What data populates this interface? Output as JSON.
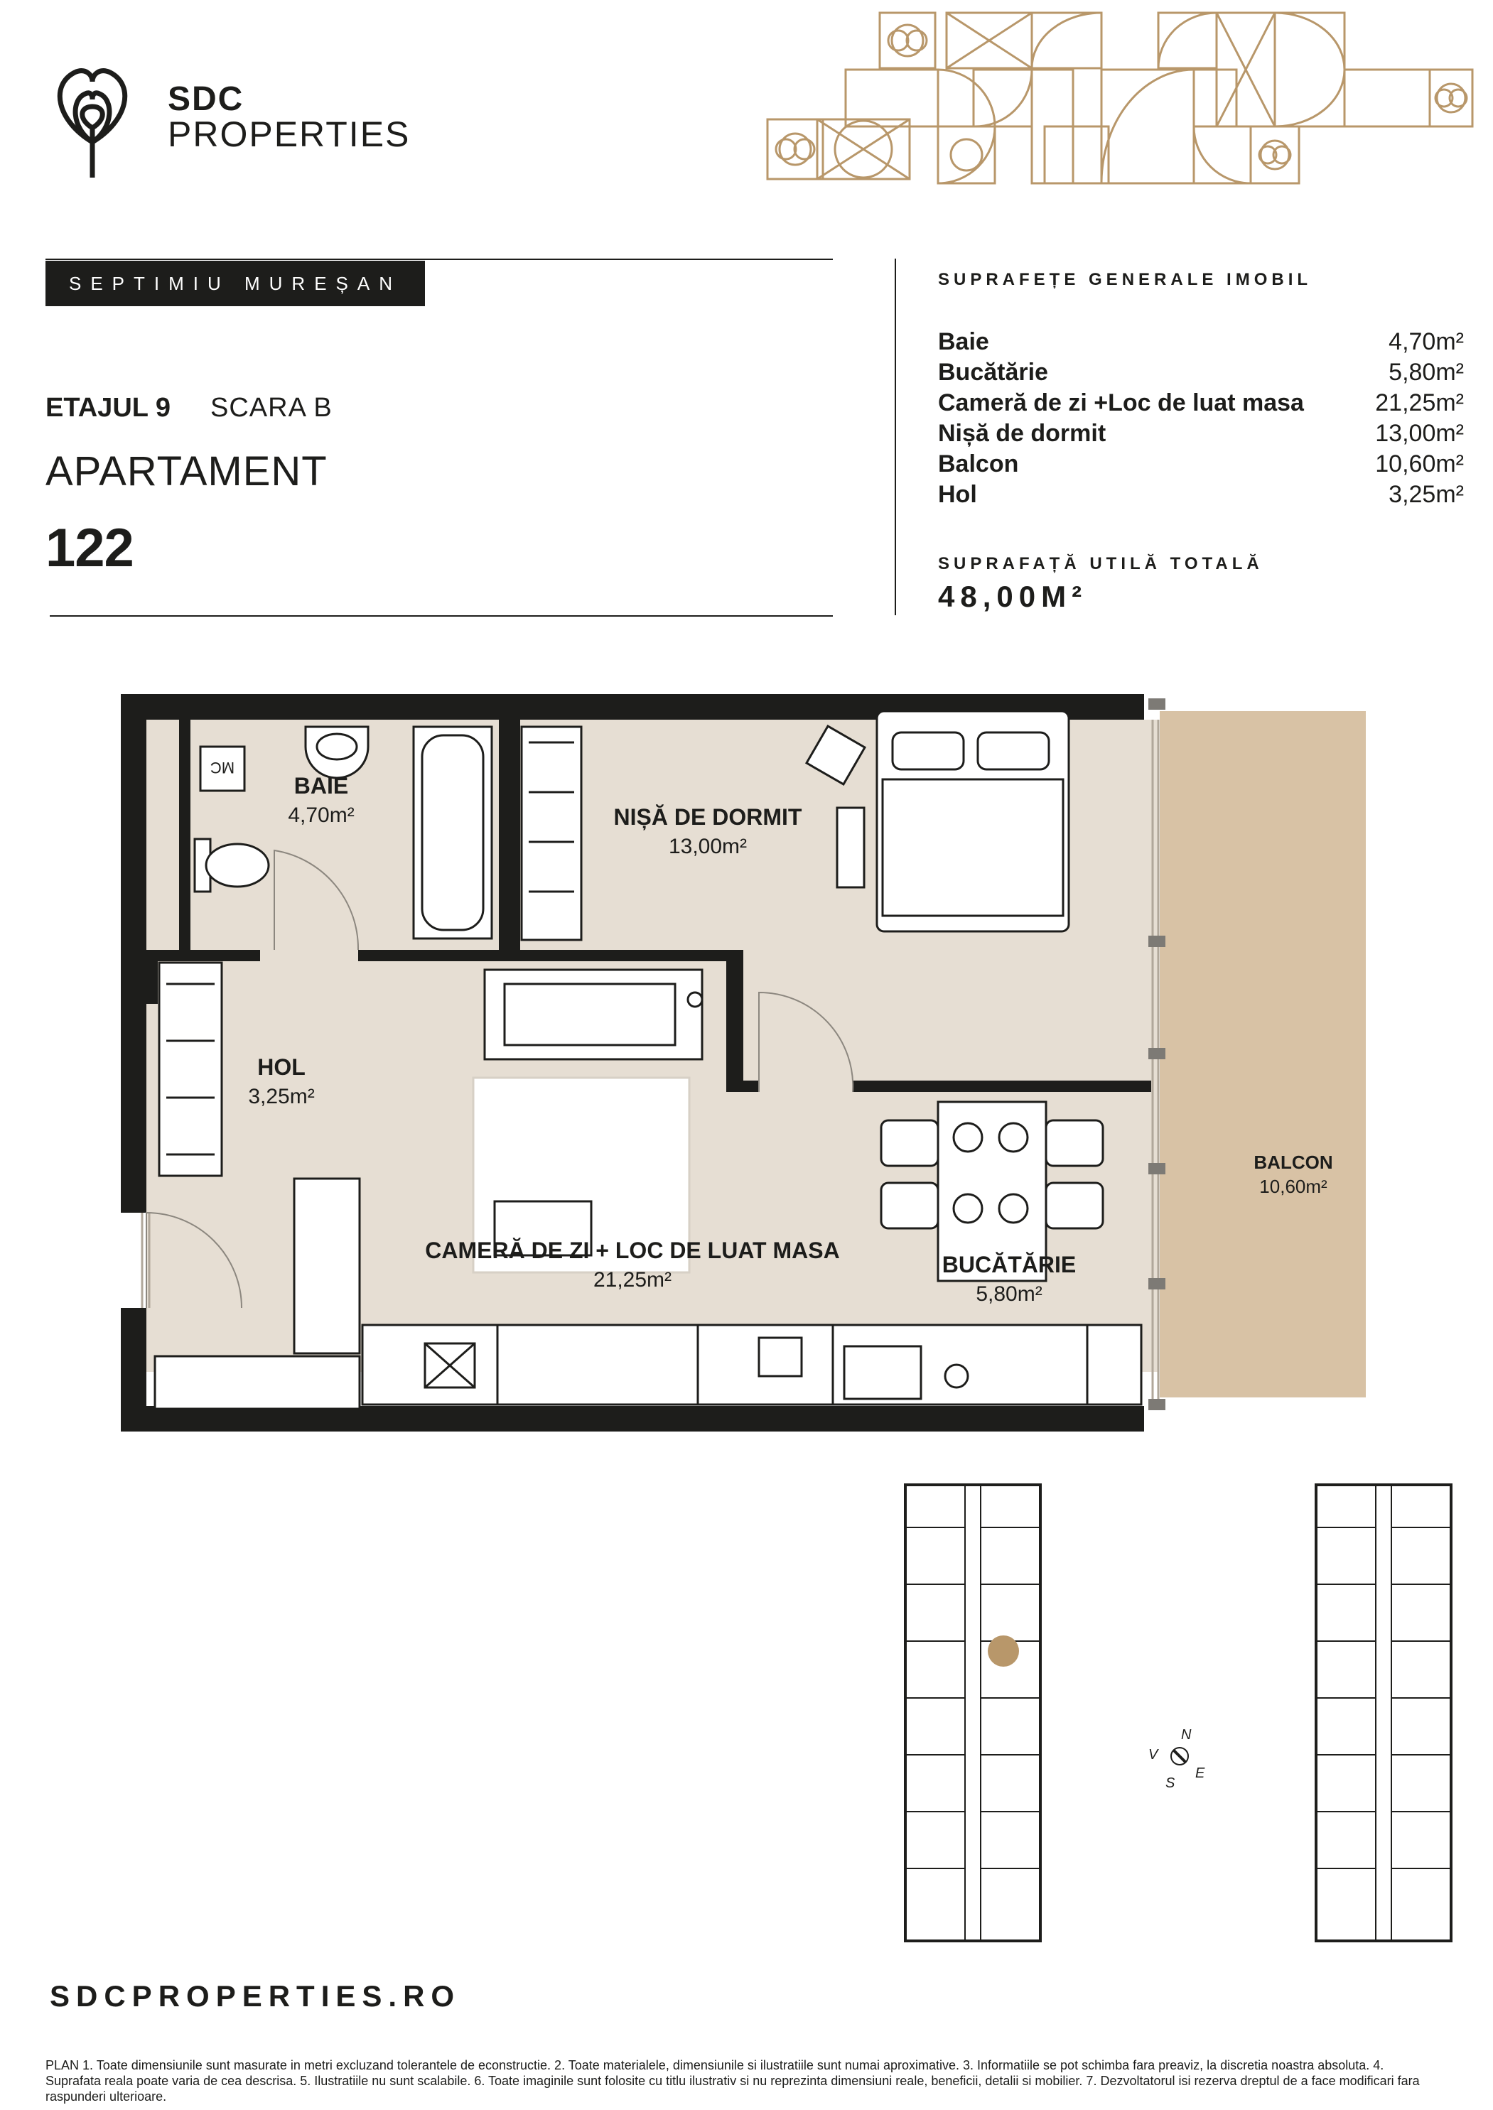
{
  "brand": {
    "name_line1": "SDC",
    "name_line2": "PROPERTIES",
    "gold_color": "#b8976a",
    "dark_color": "#1d1d1b"
  },
  "project": {
    "name": "SEPTIMIU MUREȘAN"
  },
  "apartment": {
    "floor": "ETAJUL 9",
    "stair": "SCARA B",
    "label": "APARTAMENT",
    "number": "122"
  },
  "surfaces": {
    "title": "SUPRAFEȚE GENERALE IMOBIL",
    "rows": [
      {
        "name": "Baie",
        "area": "4,70m²"
      },
      {
        "name": "Bucătărie",
        "area": "5,80m²"
      },
      {
        "name": "Cameră de zi +Loc de luat masa",
        "area": "21,25m²"
      },
      {
        "name": "Nișă de dormit",
        "area": "13,00m²"
      },
      {
        "name": "Balcon",
        "area": "10,60m²"
      },
      {
        "name": "Hol",
        "area": "3,25m²"
      }
    ],
    "total_title": "SUPRAFAȚĂ UTILĂ TOTALĂ",
    "total_value": "48,00M²"
  },
  "plan": {
    "rooms": {
      "baie": {
        "name": "BAIE",
        "area": "4,70m²"
      },
      "nisa": {
        "name": "NIȘĂ DE DORMIT",
        "area": "13,00m²"
      },
      "hol": {
        "name": "HOL",
        "area": "3,25m²"
      },
      "camera": {
        "name": "CAMERĂ DE ZI  + LOC DE LUAT MASA",
        "area": "21,25m²"
      },
      "bucatarie": {
        "name": "BUCĂTĂRIE",
        "area": "5,80m²"
      },
      "balcon": {
        "name": "BALCON",
        "area": "10,60m²"
      }
    },
    "wc_label": "MC",
    "floor_color": "#e6ded3",
    "balcony_color": "#d8c2a5"
  },
  "compass": {
    "n": "N",
    "e": "E",
    "s": "S",
    "v": "V"
  },
  "footer": {
    "website": "SDCPROPERTIES.RO",
    "disclaimer": "PLAN 1. Toate dimensiunile sunt masurate in metri excluzand tolerantele de econstructie. 2. Toate materialele, dimensiunile si ilustratiile sunt numai aproximative. 3. Informatiile se pot schimba fara preaviz, la discretia noastra absoluta. 4. Suprafata reala poate varia de cea descrisa. 5. Ilustratiile nu sunt scalabile. 6. Toate imaginile sunt folosite cu titlu ilustrativ si nu reprezinta dimensiuni reale, beneficii, detalii si mobilier. 7. Dezvoltatorul isi rezerva dreptul de a face modificari fara raspunderi ulterioare."
  }
}
